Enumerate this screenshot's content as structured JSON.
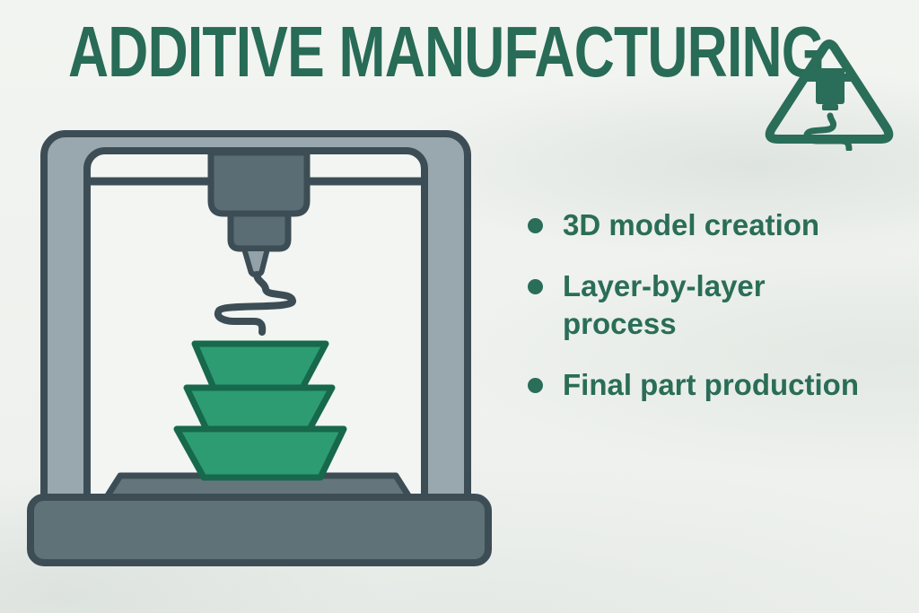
{
  "header": {
    "title": "ADDITIVE MANUFACTURING"
  },
  "bullets": {
    "items": [
      {
        "label": "3D model creation"
      },
      {
        "label": "Layer-by-layer process"
      },
      {
        "label": "Final part production"
      }
    ]
  },
  "icons": {
    "badge": "printer-warning-triangle-icon",
    "bullet": "bullet-dot-icon",
    "illustration": "fdm-3d-printer-illustration"
  },
  "colors": {
    "title-green": "#286b56",
    "text-green": "#2a6d58",
    "bullet-green": "#2a6d58",
    "badge-green": "#2a6d58",
    "object-green": "#2d9c72",
    "object-green-outline": "#17684c",
    "outline-slate": "#3d4d55",
    "frame-grey": "#99a8ae",
    "machine-slate": "#5a6d74",
    "nozzle-grey": "#93a2a8",
    "base-grey": "#5f7277",
    "bed-grey": "#64767c",
    "opening-bg": "#f2f5f2",
    "background": "#f0f2ef"
  }
}
